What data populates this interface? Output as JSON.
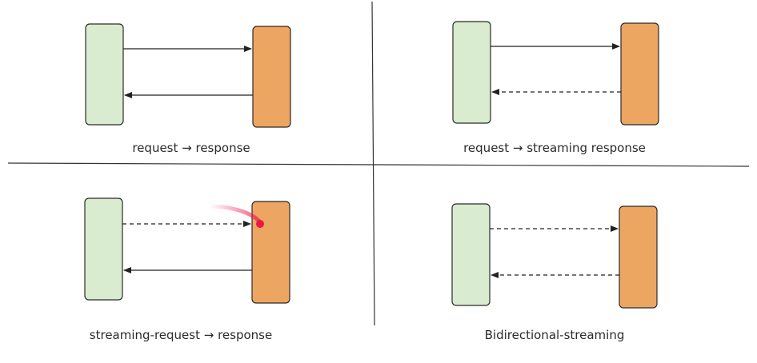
{
  "colors": {
    "client_box": "#d9ecd0",
    "server_box": "#eda562",
    "box_border": "#2a2a2a",
    "arrow": "#222222",
    "divider": "#333333",
    "cursor_dot": "#e8174a"
  },
  "panels": [
    {
      "caption": "request → response",
      "request_style": "solid",
      "response_style": "solid"
    },
    {
      "caption": "request → streaming response",
      "request_style": "solid",
      "response_style": "dashed"
    },
    {
      "caption": "streaming-request → response",
      "request_style": "dashed",
      "response_style": "solid"
    },
    {
      "caption": "Bidirectional-streaming",
      "request_style": "dashed",
      "response_style": "dashed"
    }
  ]
}
